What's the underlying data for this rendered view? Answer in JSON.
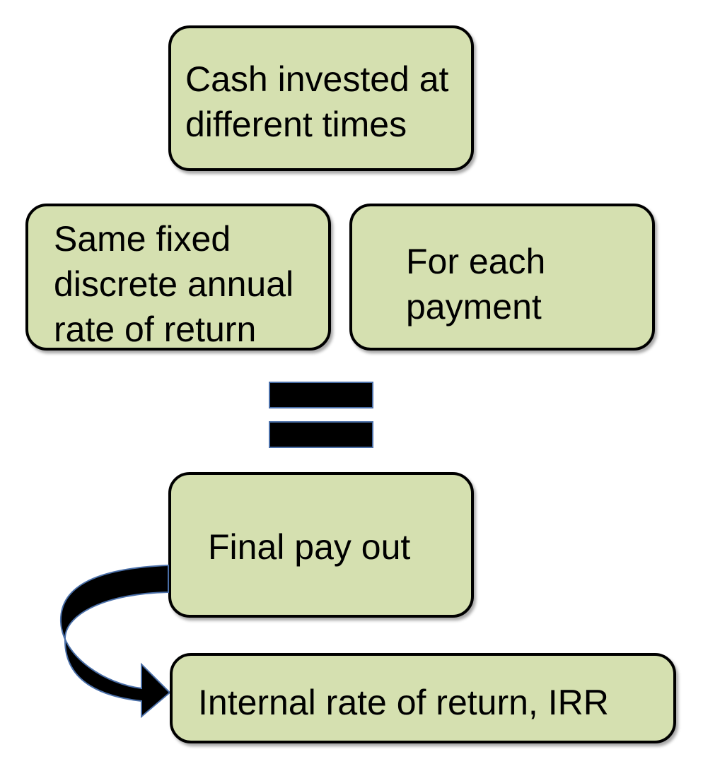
{
  "boxes": {
    "cash": "Cash invested at\ndifferent times",
    "rate": "Same fixed\ndiscrete annual\nrate of return",
    "each": "For each\npayment",
    "payout": "Final pay out",
    "irr": "Internal rate of return, IRR"
  },
  "colors": {
    "box_fill": "#d5e0b0",
    "box_border": "#000000",
    "arrow_fill": "#000000",
    "arrow_outline": "#4a6fa8"
  },
  "icons": {
    "equals": "equals-sign-icon",
    "arrow": "curved-arrow-icon"
  }
}
